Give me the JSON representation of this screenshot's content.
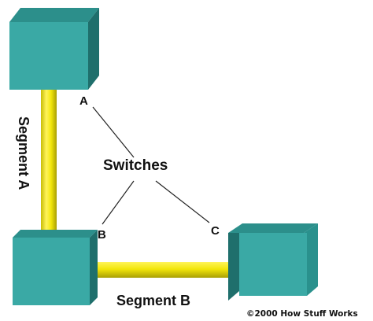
{
  "labels": {
    "switch_a": "A",
    "switch_b": "B",
    "switch_c": "C",
    "switches": "Switches",
    "segment_a": "Segment A",
    "segment_b": "Segment B",
    "copyright": "©2000 How Stuff Works"
  },
  "colors": {
    "box_front": "#3aa9a5",
    "box_top": "#2c8f8b",
    "box_side": "#1f6f6c",
    "cable": "#f2e60b",
    "cable_shade": "#b6ab06",
    "text": "#111111"
  }
}
